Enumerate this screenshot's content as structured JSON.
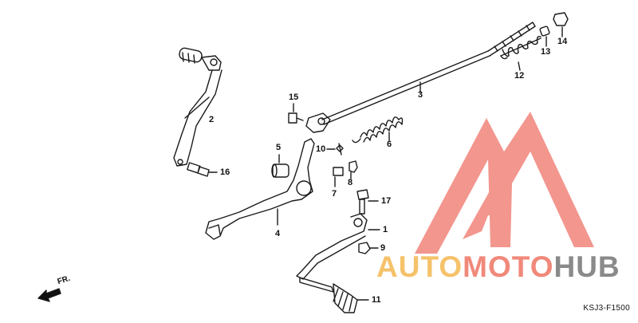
{
  "diagram": {
    "drawing_code": "KSJ3-F1500",
    "direction_label": "FR.",
    "callouts": [
      {
        "id": "c1",
        "label": "1"
      },
      {
        "id": "c2",
        "label": "2"
      },
      {
        "id": "c3",
        "label": "3"
      },
      {
        "id": "c4",
        "label": "4"
      },
      {
        "id": "c5",
        "label": "5"
      },
      {
        "id": "c6",
        "label": "6"
      },
      {
        "id": "c7",
        "label": "7"
      },
      {
        "id": "c8",
        "label": "8"
      },
      {
        "id": "c9",
        "label": "9"
      },
      {
        "id": "c10",
        "label": "10"
      },
      {
        "id": "c11",
        "label": "11"
      },
      {
        "id": "c12",
        "label": "12"
      },
      {
        "id": "c13",
        "label": "13"
      },
      {
        "id": "c14",
        "label": "14"
      },
      {
        "id": "c15",
        "label": "15"
      },
      {
        "id": "c16",
        "label": "16"
      },
      {
        "id": "c17",
        "label": "17"
      }
    ]
  },
  "watermark": {
    "word_1": "AUTO",
    "word_2": "MOTO",
    "word_3": "HUB",
    "color_1": "#f5c26b",
    "color_2": "#f0897a",
    "color_3": "#8a8a8a"
  }
}
